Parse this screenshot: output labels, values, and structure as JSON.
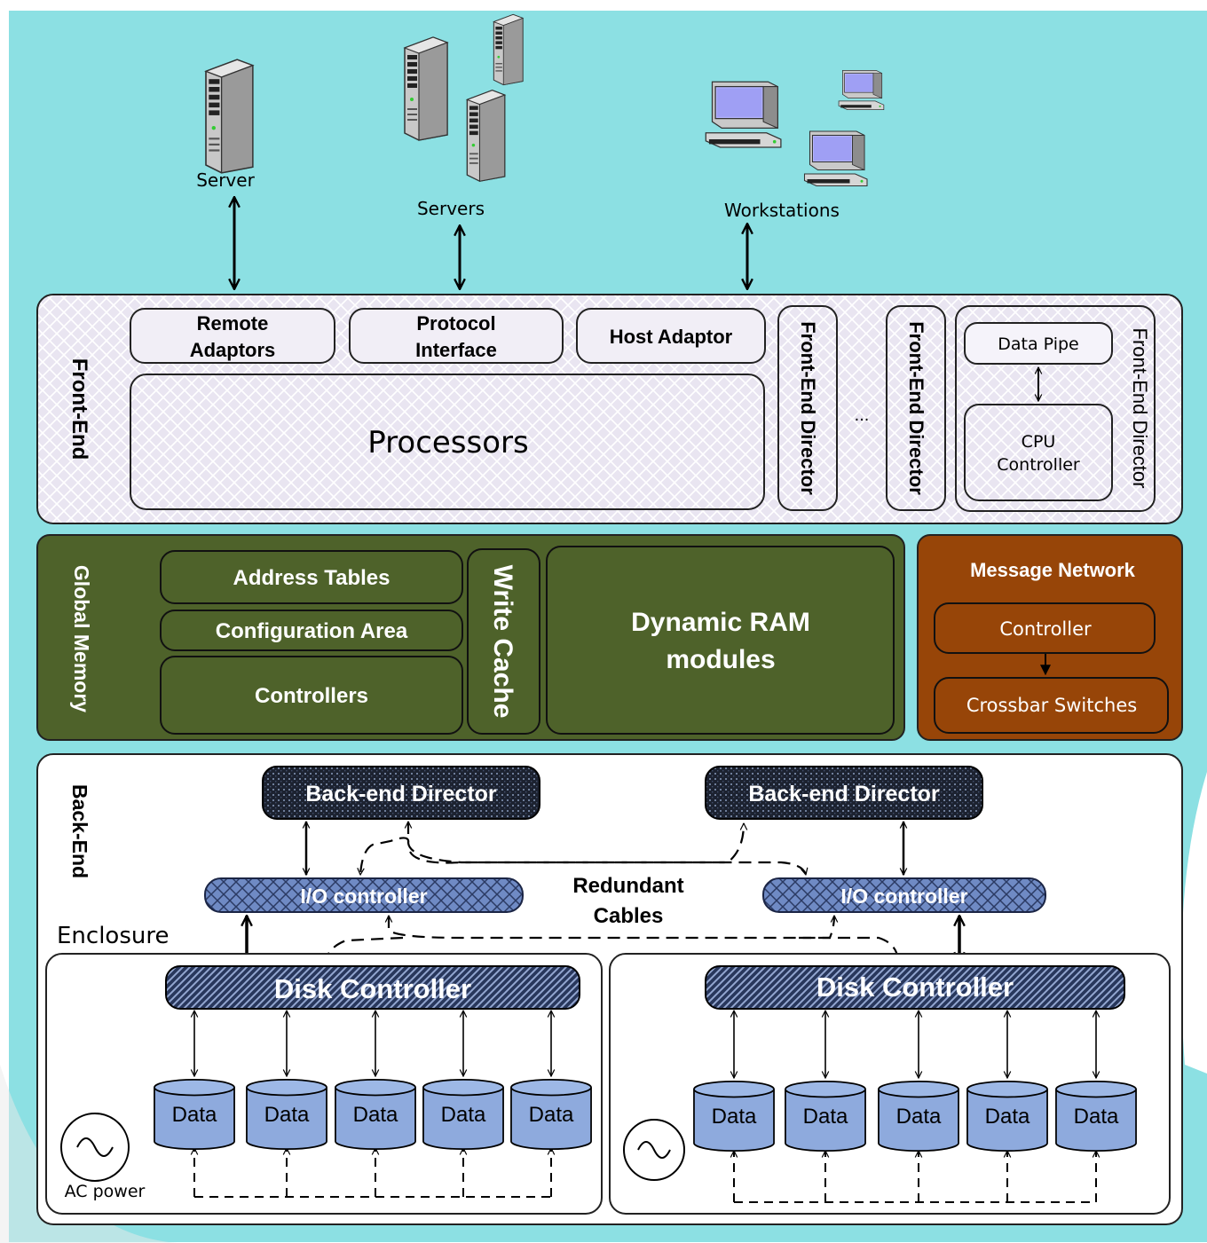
{
  "hosts": {
    "server": "Server",
    "servers": "Servers",
    "workstations": "Workstations"
  },
  "front_end": {
    "section_label": "Front-End",
    "remote_adaptors": [
      "Remote",
      "Adaptors"
    ],
    "protocol_interface": [
      "Protocol",
      "Interface"
    ],
    "host_adaptor": "Host Adaptor",
    "processors": "Processors",
    "director_label": "Front-End Director",
    "ellipsis": "...",
    "data_pipe": "Data Pipe",
    "cpu_controller": [
      "CPU",
      "Controller"
    ]
  },
  "global_memory": {
    "section_label": "Global Memory",
    "address_tables": "Address Tables",
    "configuration_area": "Configuration Area",
    "controllers": "Controllers",
    "write_cache": "Write Cache",
    "dram": [
      "Dynamic RAM",
      "modules"
    ]
  },
  "message_network": {
    "title": "Message Network",
    "controller": "Controller",
    "crossbar": "Crossbar Switches"
  },
  "back_end": {
    "section_label": "Back-End",
    "director": "Back-end Director",
    "io_controller": "I/O controller",
    "redundant_cables": [
      "Redundant",
      "Cables"
    ],
    "enclosure": "Enclosure",
    "disk_controller": "Disk Controller",
    "data_disk": "Data",
    "ac_power": "AC power"
  },
  "colors": {
    "background": "#8ce0e3",
    "front_end_fill": "#e4e0ee",
    "global_memory_fill": "#4e622a",
    "message_network_fill": "#974508",
    "disk_fill": "#8eaadd",
    "director_fill": "#1c2230",
    "io_fill": "#6f8ac4"
  },
  "icons": [
    "tower-server-icon",
    "desktop-computer-icon",
    "ac-power-icon"
  ]
}
